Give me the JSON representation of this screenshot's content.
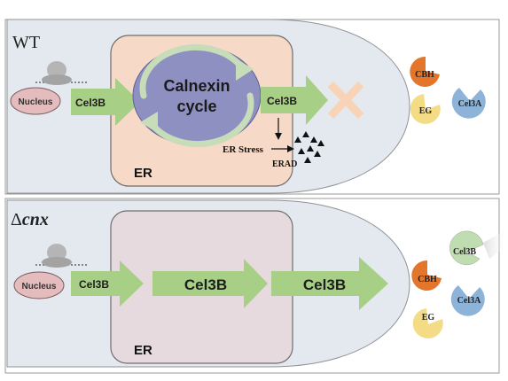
{
  "panels": {
    "wt": {
      "title": "WT",
      "nucleus": "Nucleus",
      "arrow1": "Cel3B",
      "cycle_line1": "Calnexin",
      "cycle_line2": "cycle",
      "arrow2": "Cel3B",
      "er_stress": "ER Stress",
      "erad": "ERAD",
      "er": "ER",
      "cbh": "CBH",
      "eg": "EG",
      "cel3a": "Cel3A"
    },
    "cnx": {
      "title_prefix": "Δ",
      "title_gene": "cnx",
      "nucleus": "Nucleus",
      "arrow1": "Cel3B",
      "arrow2": "Cel3B",
      "arrow3": "Cel3B",
      "er": "ER",
      "cel3b": "Cel3B",
      "cbh": "CBH",
      "eg": "EG",
      "cel3a": "Cel3A"
    }
  },
  "colors": {
    "cell": "#e3e9ef",
    "er_wt": "#f6d9c6",
    "er_cnx": "#e6dadf",
    "arrow": "#a7cf85",
    "cycle": "#8f90c2",
    "nucleus": "#e5bcbe",
    "cbh": "#e3762b",
    "eg": "#f3dc85",
    "cel3a": "#8db4d8",
    "cel3b": "#bfddb0",
    "blocked_x": "#f9d3b5"
  }
}
